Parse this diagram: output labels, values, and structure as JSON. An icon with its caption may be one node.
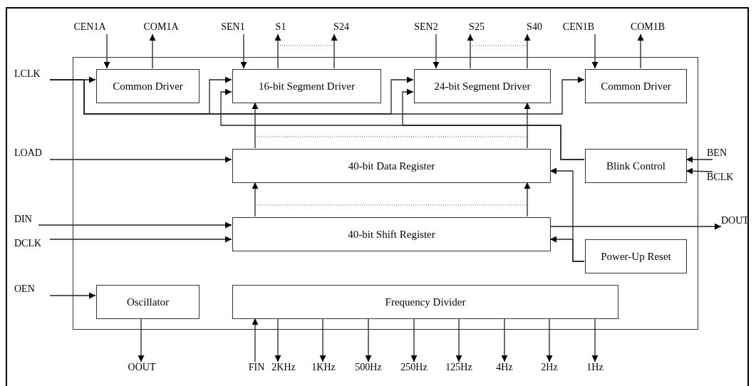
{
  "diagram": {
    "nodes": [
      {
        "text": [],
        "shape": "box"
      },
      {
        "text": [
          "Common Driver"
        ],
        "in": 0
      },
      {
        "text": [
          "16-bit Segment Driver"
        ],
        "in": 0
      },
      {
        "text": [
          "24-bit Segment Driver"
        ],
        "in": 0
      },
      {
        "text": [
          "Common Driver"
        ],
        "in": 0
      },
      {
        "text": [
          "40-bit Data Register"
        ],
        "in": 0
      },
      {
        "text": [
          "Blink Control"
        ],
        "in": 0
      },
      {
        "text": [
          "40-bit Shift Register"
        ],
        "in": 0
      },
      {
        "text": [
          "Power-Up Reset"
        ],
        "in": 0
      },
      {
        "text": [
          "Oscillator"
        ],
        "in": 0
      },
      {
        "text": [
          "Frequency Divider"
        ],
        "in": 0
      },
      {
        "text": [
          "CEN1A"
        ]
      },
      {
        "text": [
          "COM1A"
        ]
      },
      {
        "text": [
          "SEN1"
        ]
      },
      {
        "text": [
          "S1"
        ]
      },
      {
        "text": [
          "S24"
        ]
      },
      {
        "text": [
          "SEN2"
        ]
      },
      {
        "text": [
          "S25"
        ]
      },
      {
        "text": [
          "S40"
        ]
      },
      {
        "text": [
          "CEN1B"
        ]
      },
      {
        "text": [
          "COM1B"
        ]
      },
      {
        "text": [
          "LCLK"
        ]
      },
      {
        "text": [
          "LOAD"
        ]
      },
      {
        "text": [
          "BEN"
        ]
      },
      {
        "text": [
          "BCLK"
        ]
      },
      {
        "text": [
          "DIN"
        ]
      },
      {
        "text": [
          "DCLK"
        ]
      },
      {
        "text": [
          "DOUT"
        ]
      },
      {
        "text": [
          "OEN"
        ]
      },
      {
        "text": [
          "OOUT"
        ]
      },
      {
        "text": [
          "FIN"
        ]
      },
      {
        "text": [
          "2KHz"
        ]
      },
      {
        "text": [
          "1KHz"
        ]
      },
      {
        "text": [
          "500Hz"
        ]
      },
      {
        "text": [
          "250Hz"
        ]
      },
      {
        "text": [
          "125Hz"
        ]
      },
      {
        "text": [
          "4Hz"
        ]
      },
      {
        "text": [
          "2Hz"
        ]
      },
      {
        "text": [
          "1Hz"
        ]
      }
    ],
    "edges": [
      {
        "from": 11,
        "to": 1,
        "arrow": "to"
      },
      {
        "from": 1,
        "to": 12,
        "arrow": "to"
      },
      {
        "from": 13,
        "to": 2,
        "arrow": "to"
      },
      {
        "from": 2,
        "to": 14,
        "arrow": "to"
      },
      {
        "from": 2,
        "to": 15,
        "arrow": "to"
      },
      {
        "from": 16,
        "to": 3,
        "arrow": "to"
      },
      {
        "from": 3,
        "to": 17,
        "arrow": "to"
      },
      {
        "from": 3,
        "to": 18,
        "arrow": "to"
      },
      {
        "from": 19,
        "to": 4,
        "arrow": "to"
      },
      {
        "from": 4,
        "to": 20,
        "arrow": "to"
      },
      {
        "from": 21,
        "to": 1,
        "arrow": "to"
      },
      {
        "from": 21,
        "to": 2,
        "arrow": "to"
      },
      {
        "from": 21,
        "to": 3,
        "arrow": "to"
      },
      {
        "from": 21,
        "to": 4,
        "arrow": "to"
      },
      {
        "from": 6,
        "to": 2,
        "arrow": "to"
      },
      {
        "from": 6,
        "to": 3,
        "arrow": "to"
      },
      {
        "from": 22,
        "to": 5,
        "arrow": "to"
      },
      {
        "from": 5,
        "to": 2,
        "arrow": "to"
      },
      {
        "from": 5,
        "to": 3,
        "arrow": "to"
      },
      {
        "from": 23,
        "to": 6,
        "arrow": "to"
      },
      {
        "from": 24,
        "to": 6,
        "arrow": "to"
      },
      {
        "from": 7,
        "to": 5,
        "arrow": "to"
      },
      {
        "from": 7,
        "to": 5,
        "arrow": "to"
      },
      {
        "from": 25,
        "to": 7,
        "arrow": "to"
      },
      {
        "from": 26,
        "to": 7,
        "arrow": "to"
      },
      {
        "from": 7,
        "to": 27,
        "arrow": "to"
      },
      {
        "from": 8,
        "to": 7,
        "arrow": "to"
      },
      {
        "from": 8,
        "to": 5,
        "arrow": "to"
      },
      {
        "from": 28,
        "to": 9,
        "arrow": "to"
      },
      {
        "from": 9,
        "to": 29,
        "arrow": "to"
      },
      {
        "from": 30,
        "to": 10,
        "arrow": "to"
      },
      {
        "from": 10,
        "to": 31,
        "arrow": "to"
      },
      {
        "from": 10,
        "to": 32,
        "arrow": "to"
      },
      {
        "from": 10,
        "to": 33,
        "arrow": "to"
      },
      {
        "from": 10,
        "to": 34,
        "arrow": "to"
      },
      {
        "from": 10,
        "to": 35,
        "arrow": "to"
      },
      {
        "from": 10,
        "to": 36,
        "arrow": "to"
      },
      {
        "from": 10,
        "to": 37,
        "arrow": "to"
      },
      {
        "from": 10,
        "to": 38,
        "arrow": "to"
      }
    ]
  }
}
